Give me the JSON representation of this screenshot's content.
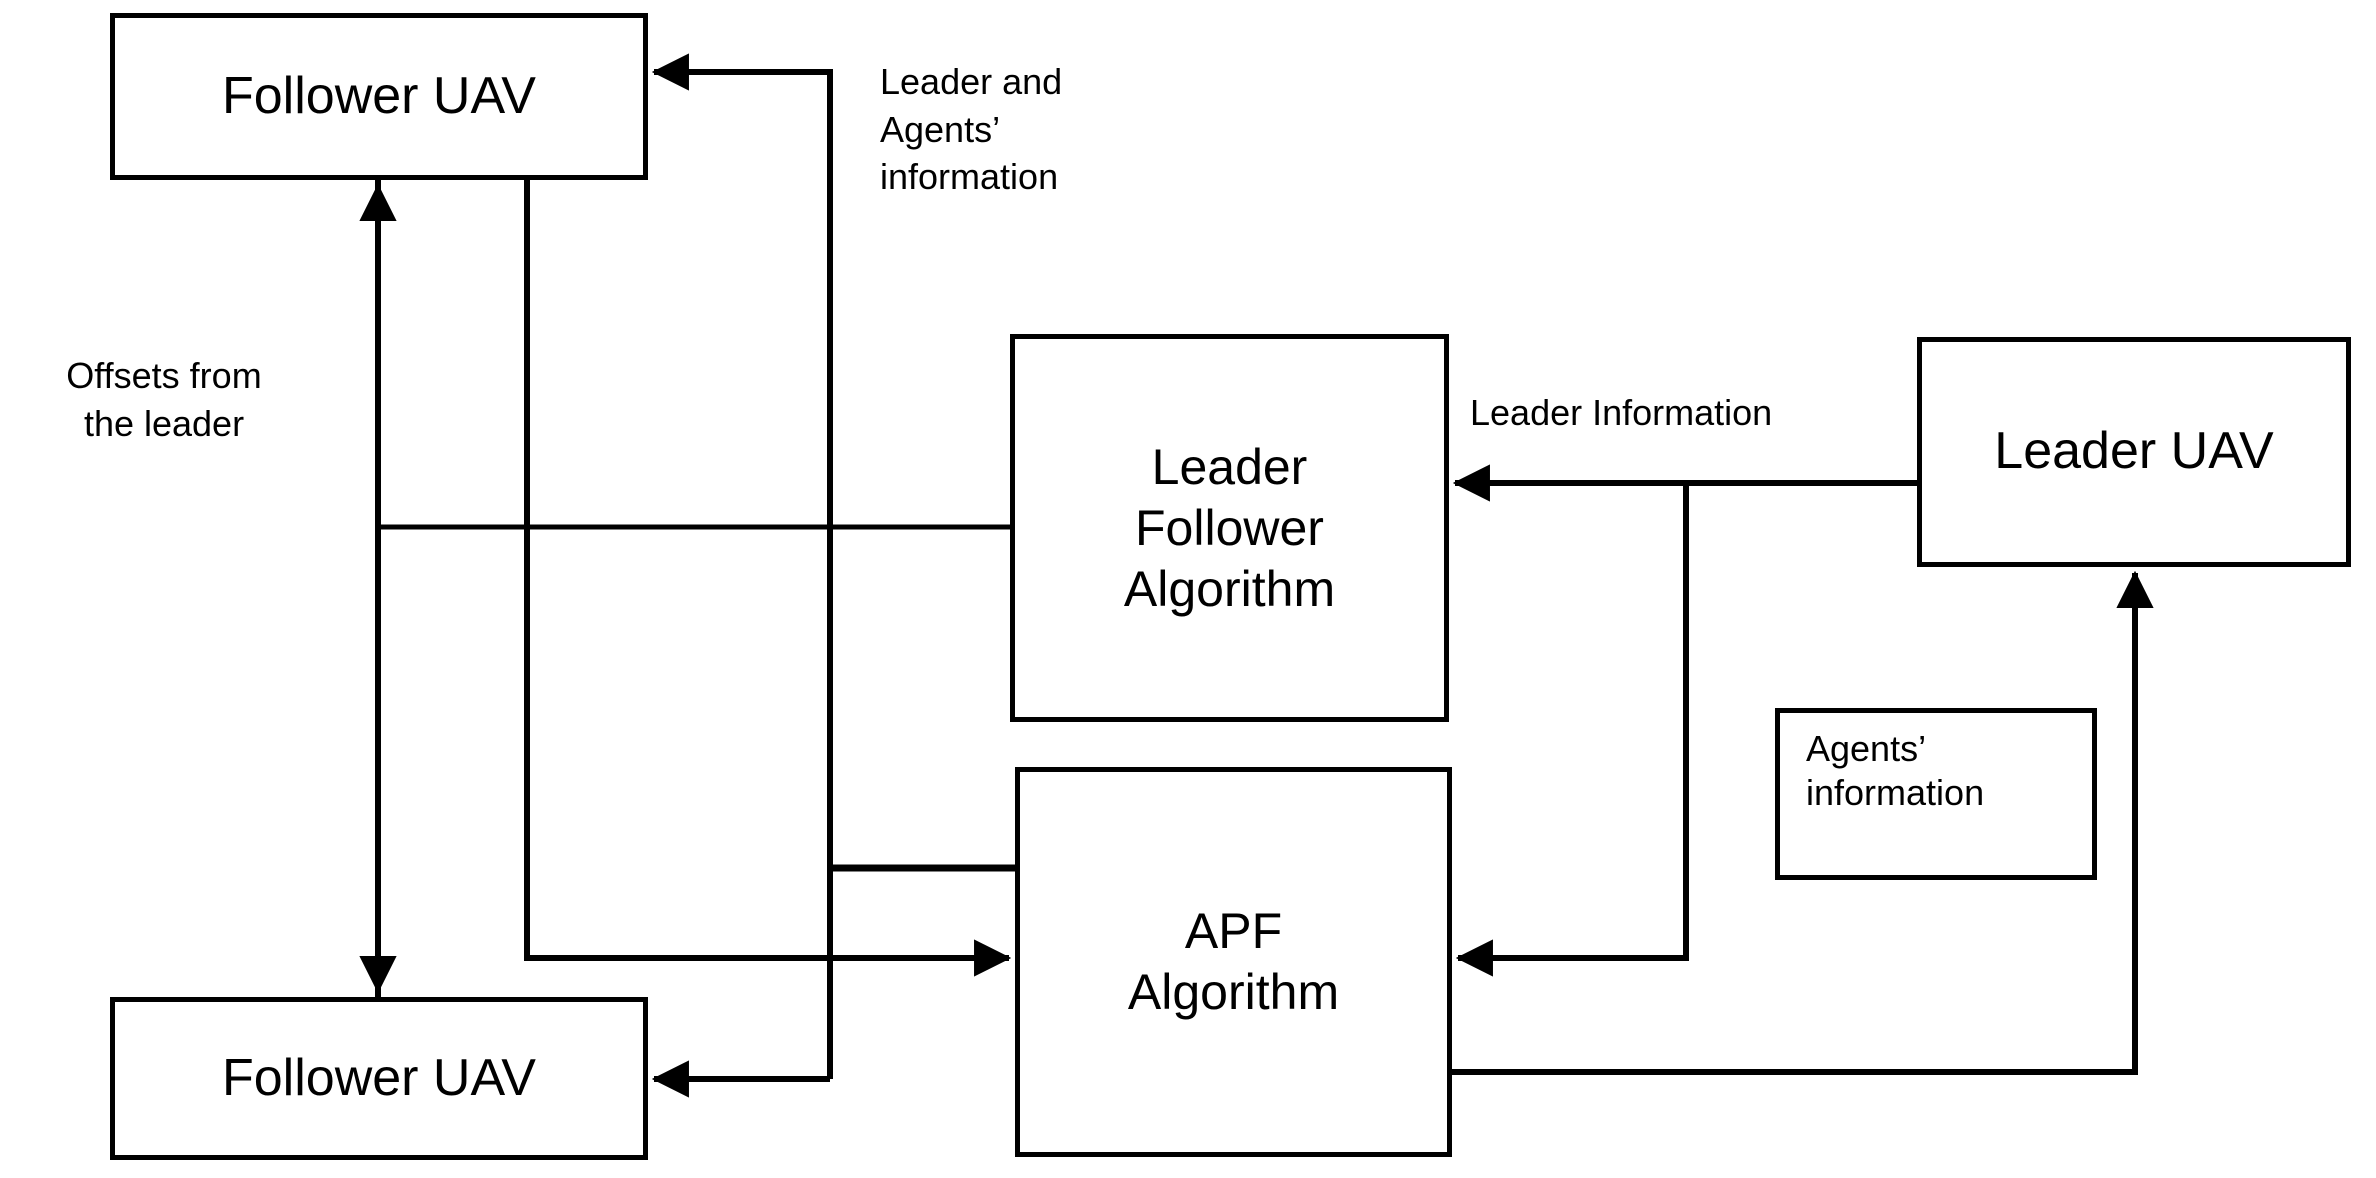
{
  "diagram": {
    "title": "Leader-Follower UAV formation control block diagram",
    "background_color": "#ffffff",
    "stroke_color": "#000000",
    "nodes": {
      "follower_uav_top": "Follower UAV",
      "follower_uav_bottom": "Follower UAV",
      "leader_follower_algorithm": "Leader\nFollower\nAlgorithm",
      "apf_algorithm": "APF\nAlgorithm",
      "leader_uav": "Leader UAV",
      "agents_information": "Agents’\ninformation"
    },
    "edge_labels": {
      "leader_and_agents_information": "Leader and\nAgents’\ninformation",
      "offsets_from_the_leader": "Offsets from\nthe leader",
      "leader_information": "Leader Information"
    }
  }
}
